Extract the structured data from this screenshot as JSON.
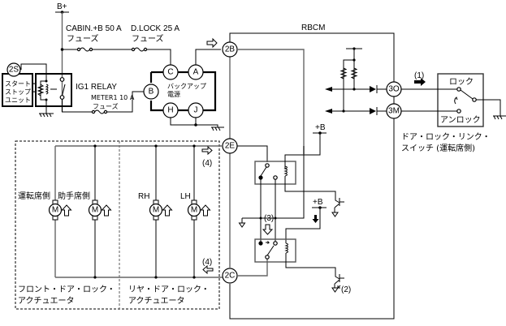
{
  "diagram": {
    "title": "RBCM",
    "power": {
      "battery": "B+",
      "plus_b": "+B"
    },
    "fuses": [
      {
        "name": "CABIN.+B 50 A",
        "type": "フューズ"
      },
      {
        "name": "D.LOCK 25 A",
        "type": "フューズ"
      },
      {
        "name": "METER1 10 A",
        "type": "フューズ"
      }
    ],
    "components": {
      "start_stop_unit": {
        "lines": [
          "スタート・",
          "ストップ・",
          "ユニット"
        ],
        "connector": "2S"
      },
      "ig1_relay": "IG1 RELAY",
      "backup_power": {
        "lines": [
          "バックアップ",
          "電源"
        ],
        "pins": [
          "A",
          "B",
          "C",
          "H",
          "J"
        ]
      },
      "door_lock_link_switch": {
        "lock_label": "ロック",
        "unlock_label": "アンロック",
        "lines": [
          "ドア・ロック・リンク・",
          "スイッチ (運転席側)"
        ]
      },
      "front_actuators": {
        "lines": [
          "フロント・ドア・ロック・",
          "アクチュエータ"
        ],
        "motors": [
          "運転席側",
          "助手席側"
        ]
      },
      "rear_actuators": {
        "lines": [
          "リヤ・ドア・ロック・",
          "アクチュエータ"
        ],
        "motors": [
          "RH",
          "LH"
        ]
      },
      "motor_symbol": "M"
    },
    "rbcm_connectors": [
      "2B",
      "2E",
      "2C",
      "3O",
      "3M"
    ],
    "annotations": {
      "step1": "(1)",
      "step2": "(2)",
      "step3": "(3)",
      "step4_top": "(4)",
      "step4_bottom": "(4)"
    },
    "icons": [
      "ground-icon",
      "fuse-icon",
      "relay-coil-icon",
      "diode-icon",
      "resistor-icon",
      "transistor-icon",
      "motor-icon",
      "flow-arrow-icon"
    ]
  }
}
